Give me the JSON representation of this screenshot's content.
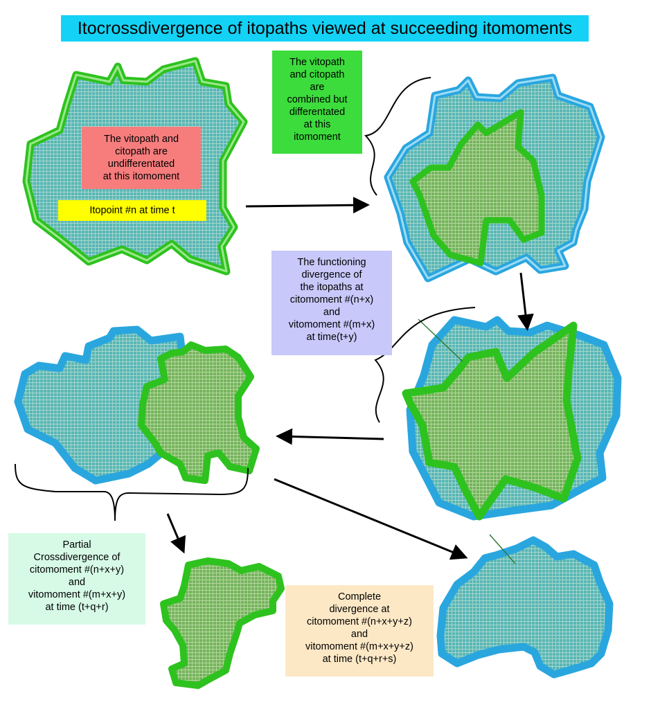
{
  "title": "Itocrossdivergence of itopaths viewed at succeeding itomoments",
  "labels": {
    "undifferentiated": "The vitopath and\ncitopath are\nundifferentated\nat this itomoment",
    "itopoint": "Itopoint #n at time t",
    "combined": "The vitopath\nand citopath\nare\ncombined but\ndifferentated\nat this\nitomoment",
    "functioning": "The functioning\ndivergence of\nthe itopaths at\ncitomoment #(n+x)\nand\nvitomoment #(m+x)\nat time(t+y)",
    "partial": "Partial\nCrossdivergence of\ncitomoment #(n+x+y)\nand\nvitomoment #(m+x+y)\nat time (t+q+r)",
    "complete": "Complete\ndivergence at\ncitomoment #(n+x+y+z)\nand\nvitomoment #(m+x+y+z)\nat time (t+q+r+s)"
  },
  "colors": {
    "title_bg": "#14d2f5",
    "vitopath_green": "#2ec21f",
    "citopath_blue": "#2aa6df",
    "mesh_fill": "#58b6b6",
    "undifferentiated_bg": "#f77d7d",
    "itopoint_bg": "#ffff00",
    "combined_bg": "#3cdc3c",
    "functioning_bg": "#c8c8fa",
    "partial_bg": "#d6fae6",
    "complete_bg": "#fde8c6"
  }
}
